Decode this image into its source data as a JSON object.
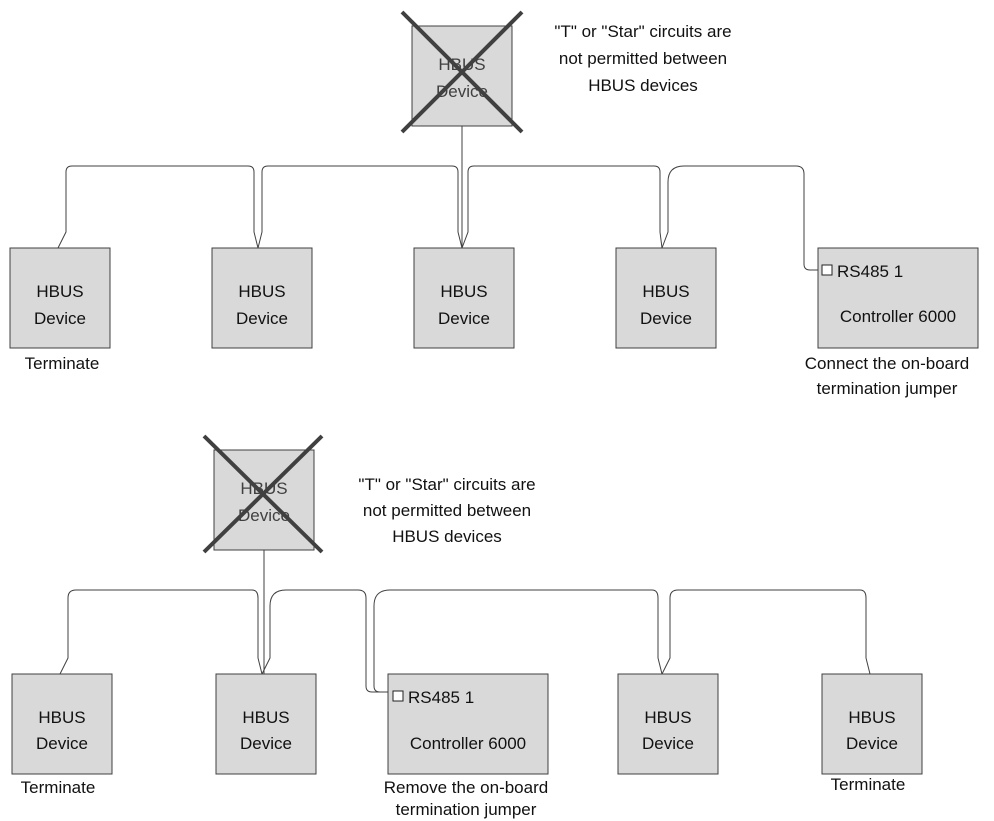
{
  "device": {
    "line1": "HBUS",
    "line2": "Device"
  },
  "controller": {
    "port": "RS485 1",
    "name": "Controller 6000"
  },
  "note": {
    "line1": "\"T\" or \"Star\" circuits are",
    "line2": "not permitted between",
    "line3": "HBUS devices"
  },
  "labels": {
    "terminate": "Terminate",
    "connect_line1": "Connect the on-board",
    "connect_line2": "termination jumper",
    "remove_line1": "Remove the on-board",
    "remove_line2": "termination jumper"
  },
  "colors": {
    "box_fill": "#d9d9d9",
    "line": "#404040"
  }
}
